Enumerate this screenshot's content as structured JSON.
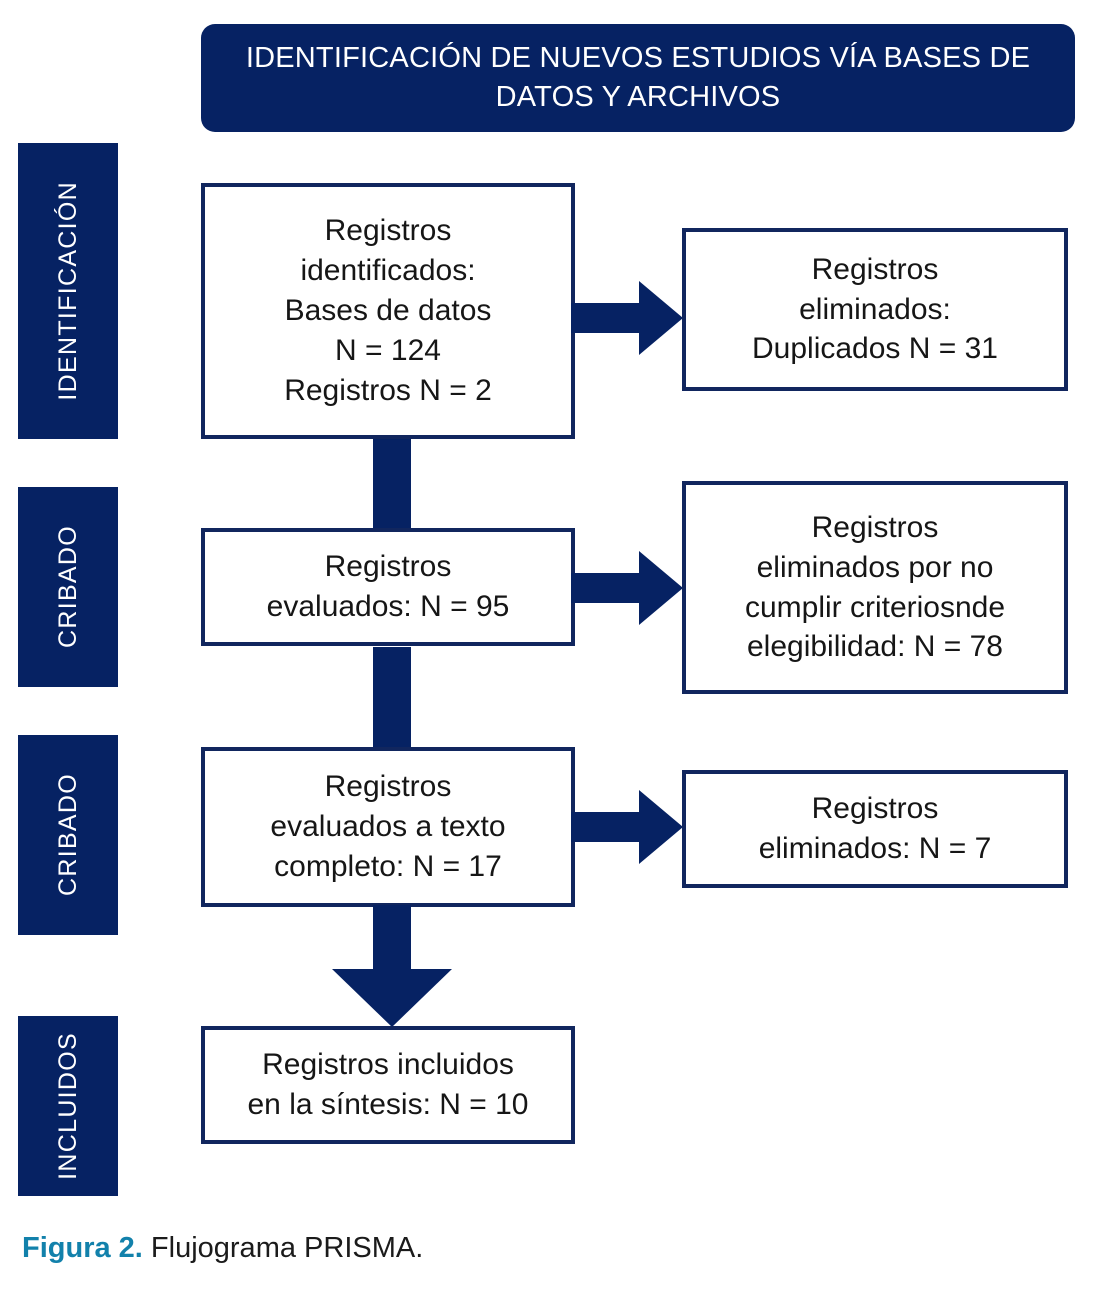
{
  "header": {
    "title": "IDENTIFICACIÓN DE NUEVOS ESTUDIOS VÍA BASES DE DATOS Y ARCHIVOS"
  },
  "stage_labels": [
    {
      "label": "IDENTIFICACIÓN"
    },
    {
      "label": "CRIBADO"
    },
    {
      "label": "CRIBADO"
    },
    {
      "label": "INCLUIDOS"
    }
  ],
  "boxes": {
    "identified": "Registros\nidentificados:\nBases de datos\nN = 124\nRegistros N = 2",
    "duplicates_removed": "Registros\neliminados:\nDuplicados N = 31",
    "screened": "Registros\nevaluados: N = 95",
    "excluded_criteria": "Registros\neliminados por no\ncumplir criteriosnde\nelegibilidad: N = 78",
    "fulltext": "Registros\nevaluados a texto\ncompleto: N = 17",
    "fulltext_excluded": "Registros\neliminados: N = 7",
    "included": "Registros incluidos\nen la síntesis: N = 10"
  },
  "caption": {
    "figure_number": "Figura 2.",
    "text": " Flujograma PRISMA."
  },
  "colors": {
    "navy": "#062263",
    "border": "#11265e",
    "caption_accent": "#1281ab",
    "text": "#161616"
  },
  "chart_data": {
    "type": "diagram",
    "title": "Flujograma PRISMA",
    "nodes": [
      {
        "id": "identified",
        "stage": "IDENTIFICACIÓN",
        "label": "Registros identificados: Bases de datos N = 124 Registros N = 2",
        "n_databases": 124,
        "n_registers": 2
      },
      {
        "id": "duplicates_removed",
        "stage": "IDENTIFICACIÓN",
        "label": "Registros eliminados: Duplicados N = 31",
        "n": 31
      },
      {
        "id": "screened",
        "stage": "CRIBADO",
        "label": "Registros evaluados: N = 95",
        "n": 95
      },
      {
        "id": "excluded_criteria",
        "stage": "CRIBADO",
        "label": "Registros eliminados por no cumplir criterios de elegibilidad: N = 78",
        "n": 78
      },
      {
        "id": "fulltext",
        "stage": "CRIBADO",
        "label": "Registros evaluados a texto completo: N = 17",
        "n": 17
      },
      {
        "id": "fulltext_excluded",
        "stage": "CRIBADO",
        "label": "Registros eliminados: N = 7",
        "n": 7
      },
      {
        "id": "included",
        "stage": "INCLUIDOS",
        "label": "Registros incluidos en la síntesis: N = 10",
        "n": 10
      }
    ],
    "edges": [
      {
        "from": "identified",
        "to": "duplicates_removed",
        "direction": "right"
      },
      {
        "from": "identified",
        "to": "screened",
        "direction": "down"
      },
      {
        "from": "screened",
        "to": "excluded_criteria",
        "direction": "right"
      },
      {
        "from": "screened",
        "to": "fulltext",
        "direction": "down"
      },
      {
        "from": "fulltext",
        "to": "fulltext_excluded",
        "direction": "right"
      },
      {
        "from": "fulltext",
        "to": "included",
        "direction": "down"
      }
    ]
  }
}
